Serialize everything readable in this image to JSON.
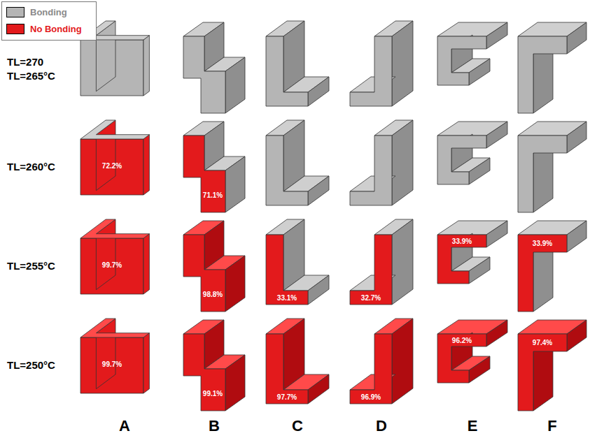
{
  "diagram": {
    "labels": [
      "TL=270",
      "TL=265°C",
      "TL=260°C",
      "72.2%",
      "71.1%",
      "TL=255°C",
      "99.7%",
      "98.8%",
      "33.1%",
      "32.7%",
      "33.9%",
      "33.9%",
      "TL=250°C",
      "99.7%",
      "99.1%",
      "97.7%",
      "96.9%",
      "96.2%",
      "97.4%",
      "A",
      "B",
      "C",
      "D",
      "E",
      "F"
    ],
    "legend": [
      {
        "text": "Bonding",
        "color": "#b5b5b5"
      },
      {
        "text": "No Bonding",
        "color": "#e31a1c"
      }
    ]
  }
}
